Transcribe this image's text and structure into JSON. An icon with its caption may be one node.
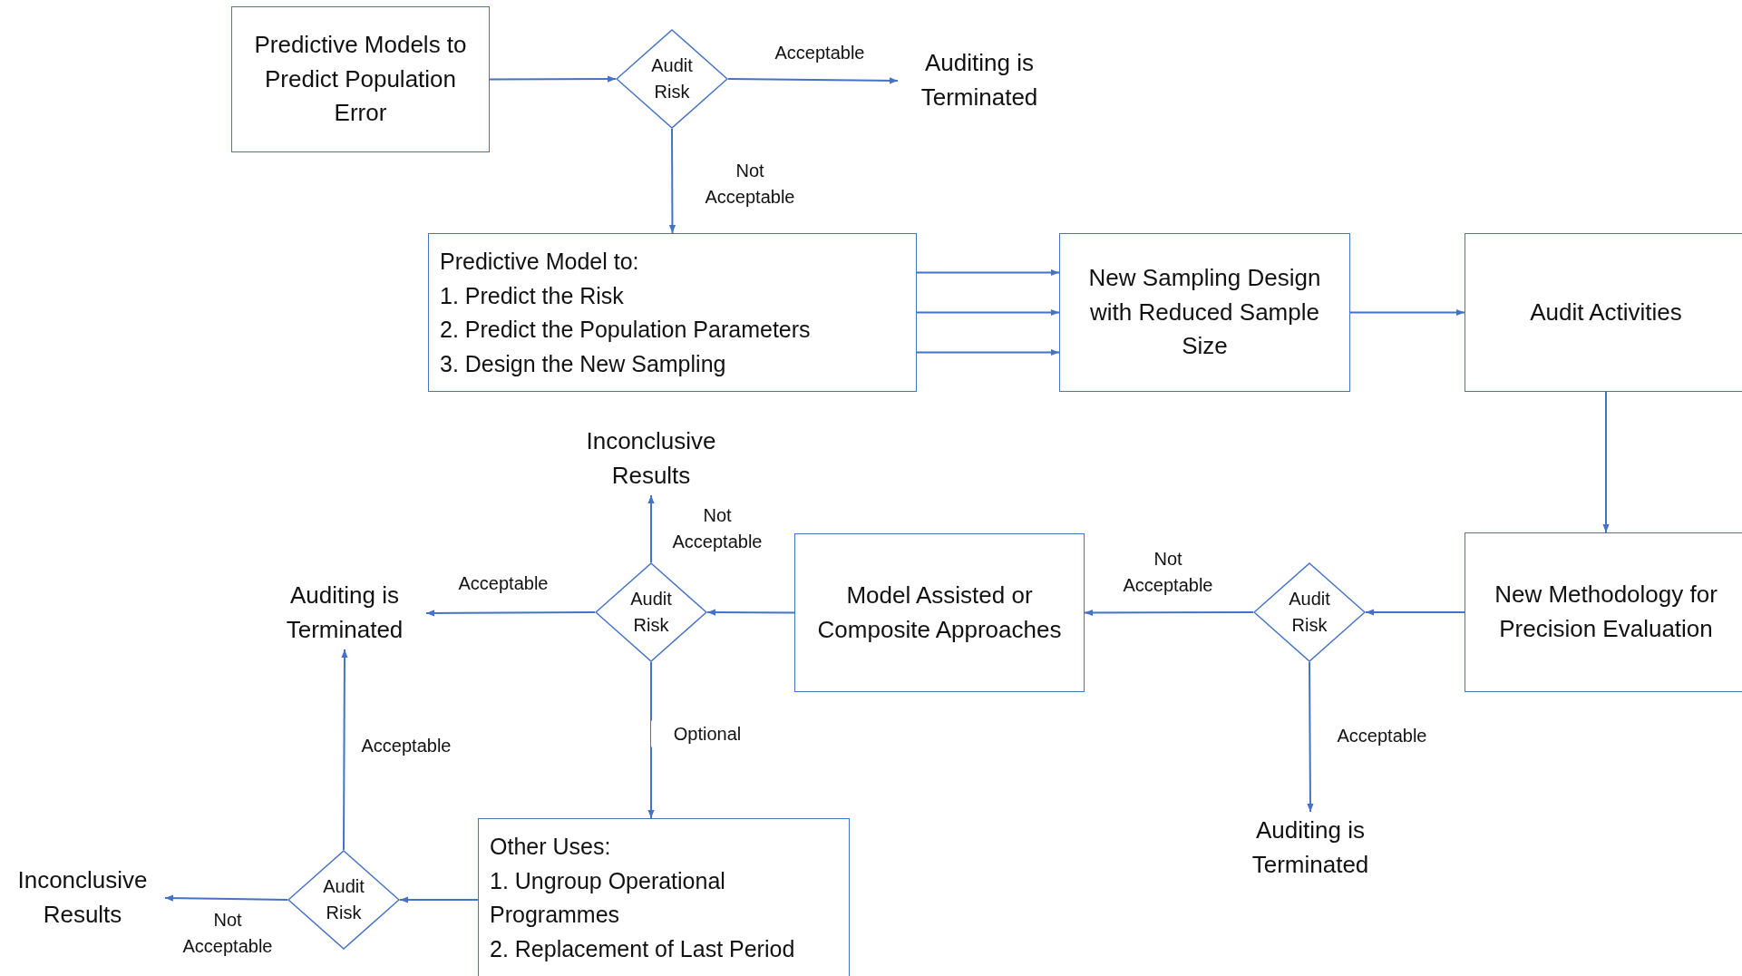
{
  "diagram": {
    "nodes": [
      {
        "text": [
          "Predictive Models to Predict Population Error"
        ]
      },
      {
        "text": [
          "Audit Risk"
        ]
      },
      {
        "text": [
          "Auditing is Terminated"
        ]
      },
      {
        "text": [
          "Predictive Model to:",
          "1. Predict the Risk",
          "2. Predict the Population Parameters",
          "3. Design the New Sampling"
        ]
      },
      {
        "text": [
          "New Sampling Design with Reduced Sample Size"
        ]
      },
      {
        "text": [
          "Audit Activities"
        ]
      },
      {
        "text": [
          "New Methodology for Precision Evaluation"
        ]
      },
      {
        "text": [
          "Audit Risk"
        ]
      },
      {
        "text": [
          "Auditing is Terminated"
        ]
      },
      {
        "text": [
          "Model Assisted or Composite Approaches"
        ]
      },
      {
        "text": [
          "Audit Risk"
        ]
      },
      {
        "text": [
          "Inconclusive Results"
        ]
      },
      {
        "text": [
          "Auditing is Terminated"
        ]
      },
      {
        "text": [
          "Other Uses:",
          "1. Ungroup Operational Programmes",
          "2. Replacement of Last Period"
        ]
      },
      {
        "text": [
          "Audit Risk"
        ]
      },
      {
        "text": [
          "Inconclusive Results"
        ]
      }
    ],
    "edges": [
      {
        "from": 0,
        "to": 1,
        "arrow": "to"
      },
      {
        "from": 1,
        "to": 2,
        "arrow": "to",
        "label": "Acceptable"
      },
      {
        "from": 1,
        "to": 3,
        "arrow": "to",
        "label": "Not Acceptable"
      },
      {
        "from": 3,
        "to": 4,
        "arrow": "to"
      },
      {
        "from": 3,
        "to": 4,
        "arrow": "to"
      },
      {
        "from": 3,
        "to": 4,
        "arrow": "to"
      },
      {
        "from": 4,
        "to": 5,
        "arrow": "to"
      },
      {
        "from": 5,
        "to": 6,
        "arrow": "to"
      },
      {
        "from": 6,
        "to": 7,
        "arrow": "to"
      },
      {
        "from": 7,
        "to": 9,
        "arrow": "to",
        "label": "Not Acceptable"
      },
      {
        "from": 7,
        "to": 8,
        "arrow": "to",
        "label": "Acceptable"
      },
      {
        "from": 9,
        "to": 10,
        "arrow": "to"
      },
      {
        "from": 10,
        "to": 11,
        "arrow": "to",
        "label": "Not Acceptable"
      },
      {
        "from": 10,
        "to": 12,
        "arrow": "to",
        "label": "Acceptable"
      },
      {
        "from": 10,
        "to": 13,
        "arrow": "to",
        "label": "Optional"
      },
      {
        "from": 13,
        "to": 14,
        "arrow": "to"
      },
      {
        "from": 14,
        "to": 12,
        "arrow": "to",
        "label": "Acceptable"
      },
      {
        "from": 14,
        "to": 15,
        "arrow": "to",
        "label": "Not Acceptable"
      }
    ]
  }
}
